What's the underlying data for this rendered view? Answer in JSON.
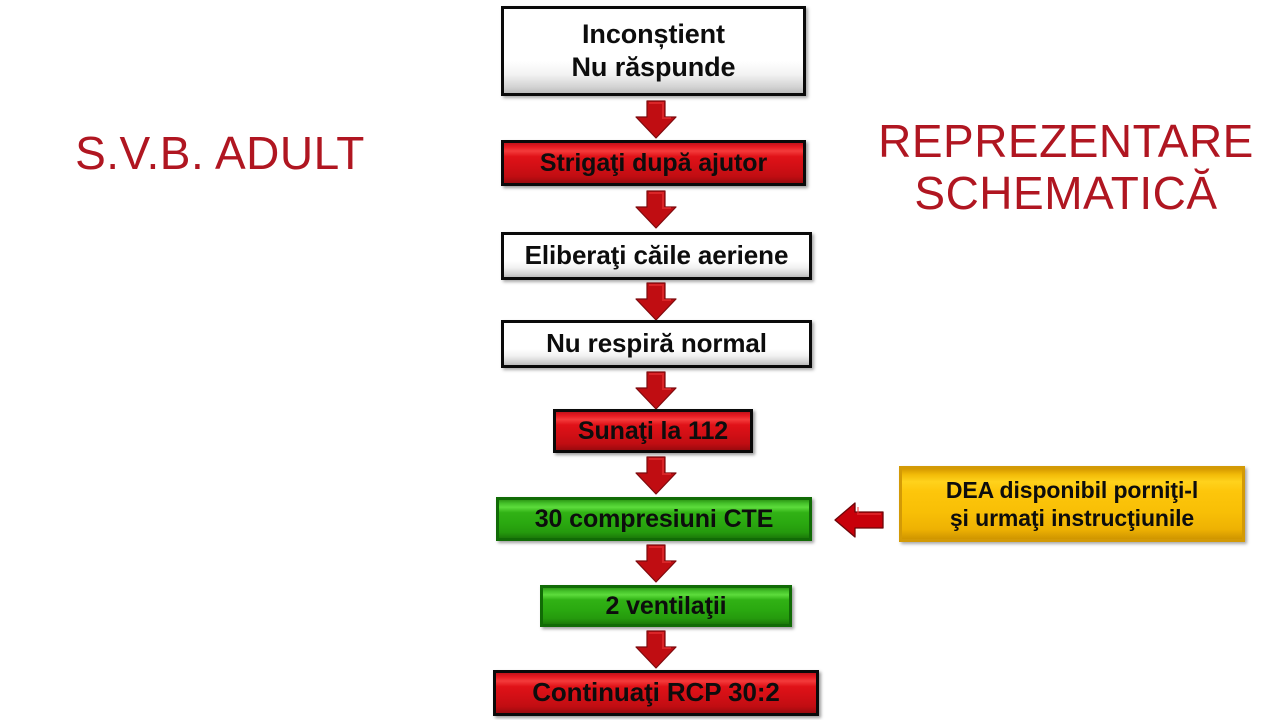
{
  "titles": {
    "left": "S.V.B. ADULT",
    "right": "REPREZENTARE\nSCHEMATICĂ"
  },
  "colors": {
    "title_red": "#B01621",
    "box_red": "#D00F15",
    "box_green": "#2AA810",
    "box_yellow": "#F8BF06",
    "box_white": "#FFFFFF",
    "border_black": "#0A0A0A",
    "arrow_red": "#C00D12"
  },
  "flow": {
    "nodes": [
      {
        "id": "unconscious",
        "label": "Inconștient\nNu răspunde",
        "style": "plain"
      },
      {
        "id": "shout-help",
        "label": "Strigaţi după ajutor",
        "style": "red"
      },
      {
        "id": "open-airway",
        "label": "Eliberaţi căile aeriene",
        "style": "plain"
      },
      {
        "id": "not-breathing",
        "label": "Nu respiră normal",
        "style": "plain"
      },
      {
        "id": "call-112",
        "label": "Sunaţi la 112",
        "style": "red"
      },
      {
        "id": "compressions",
        "label": "30 compresiuni CTE",
        "style": "green"
      },
      {
        "id": "ventilations",
        "label": "2 ventilaţii",
        "style": "green"
      },
      {
        "id": "continue-cpr",
        "label": "Continuaţi RCP 30:2",
        "style": "red"
      }
    ],
    "arrows": [
      {
        "id": "arrow-1",
        "direction": "down"
      },
      {
        "id": "arrow-2",
        "direction": "down"
      },
      {
        "id": "arrow-3",
        "direction": "down"
      },
      {
        "id": "arrow-4",
        "direction": "down"
      },
      {
        "id": "arrow-5",
        "direction": "down"
      },
      {
        "id": "arrow-6",
        "direction": "down"
      },
      {
        "id": "arrow-7",
        "direction": "down"
      },
      {
        "id": "arrow-aed",
        "direction": "left"
      }
    ]
  },
  "aed": {
    "label": "DEA disponibil porniţi-l\nşi urmaţi instrucţiunile",
    "style": "yellow"
  }
}
